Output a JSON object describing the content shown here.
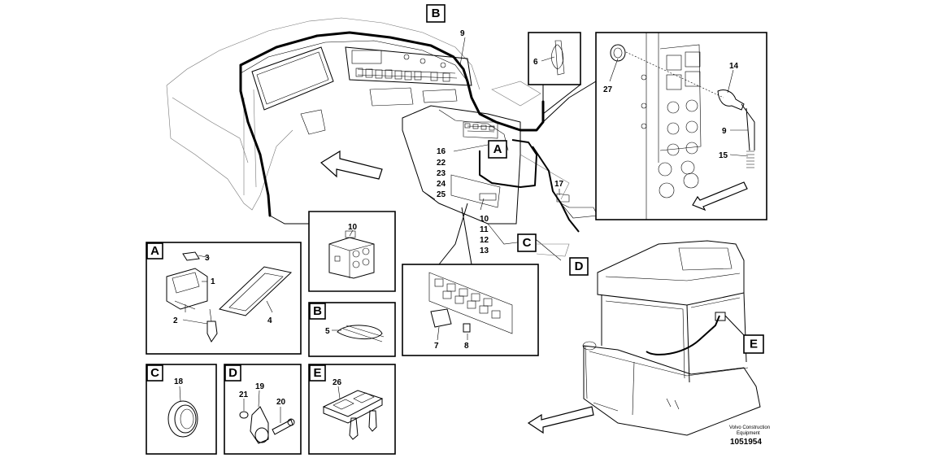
{
  "labels": {
    "A": "A",
    "B": "B",
    "C": "C",
    "D": "D",
    "E": "E"
  },
  "parts": {
    "p1": "1",
    "p2": "2",
    "p3": "3",
    "p4": "4",
    "p5": "5",
    "p6": "6",
    "p7": "7",
    "p8": "8",
    "p9": "9",
    "p9b": "9",
    "p10": "10",
    "p10b": "10",
    "p11": "11",
    "p12": "12",
    "p13": "13",
    "p14": "14",
    "p15": "15",
    "p16": "16",
    "p17": "17",
    "p18": "18",
    "p19": "19",
    "p20": "20",
    "p21": "21",
    "p22": "22",
    "p23": "23",
    "p24": "24",
    "p25": "25",
    "p26": "26",
    "p27": "27"
  },
  "footer": {
    "brand_line1": "Volvo Construction",
    "brand_line2": "Equipment",
    "doc_number": "1051954"
  }
}
